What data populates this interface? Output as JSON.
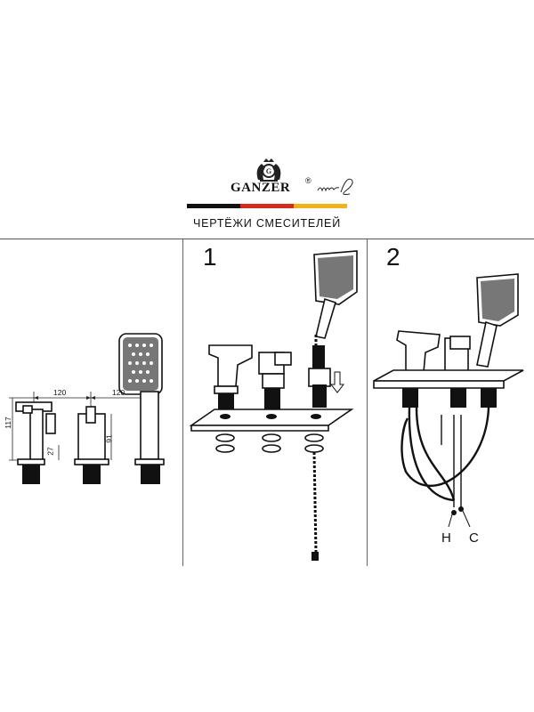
{
  "header": {
    "brand": "GANZER",
    "registered_mark": "®",
    "subtitle": "ЧЕРТЁЖИ СМЕСИТЕЛЕЙ",
    "flag_colors": [
      "#111111",
      "#d42a1f",
      "#f0b21a"
    ]
  },
  "dimensions": {
    "width_left": "120",
    "width_right": "120",
    "height_left": "117",
    "height_small": "27",
    "height_mid": "91"
  },
  "steps": {
    "step1": "1",
    "step2": "2"
  },
  "connections": {
    "hot": "H",
    "cold": "C"
  },
  "icons": {
    "crest": "crest-logo-icon",
    "signature": "signature-icon",
    "arrow": "down-arrow-icon"
  }
}
